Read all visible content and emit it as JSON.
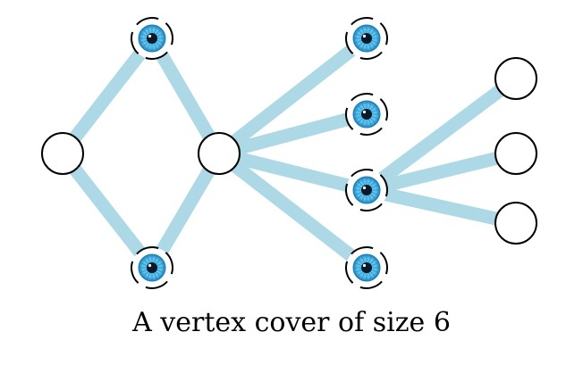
{
  "caption": "A vertex cover of size 6",
  "colors": {
    "edge": "#add8e6",
    "vertex_fill": "#ffffff",
    "vertex_stroke": "#000000",
    "iris_outer": "#1f7fb8",
    "iris_inner": "#5ec4ee",
    "pupil": "#0b1a2a"
  },
  "graph": {
    "vertices": [
      {
        "id": "v1",
        "cover": false
      },
      {
        "id": "v2",
        "cover": true
      },
      {
        "id": "v3",
        "cover": true
      },
      {
        "id": "v4",
        "cover": false
      },
      {
        "id": "v5",
        "cover": true
      },
      {
        "id": "v6",
        "cover": true
      },
      {
        "id": "v7",
        "cover": true
      },
      {
        "id": "v8",
        "cover": true
      },
      {
        "id": "v9",
        "cover": false
      },
      {
        "id": "v10",
        "cover": false
      },
      {
        "id": "v11",
        "cover": false
      }
    ],
    "edges": [
      [
        "v1",
        "v2"
      ],
      [
        "v1",
        "v3"
      ],
      [
        "v2",
        "v4"
      ],
      [
        "v3",
        "v4"
      ],
      [
        "v4",
        "v5"
      ],
      [
        "v4",
        "v6"
      ],
      [
        "v4",
        "v7"
      ],
      [
        "v4",
        "v8"
      ],
      [
        "v7",
        "v9"
      ],
      [
        "v7",
        "v10"
      ],
      [
        "v7",
        "v11"
      ]
    ]
  }
}
